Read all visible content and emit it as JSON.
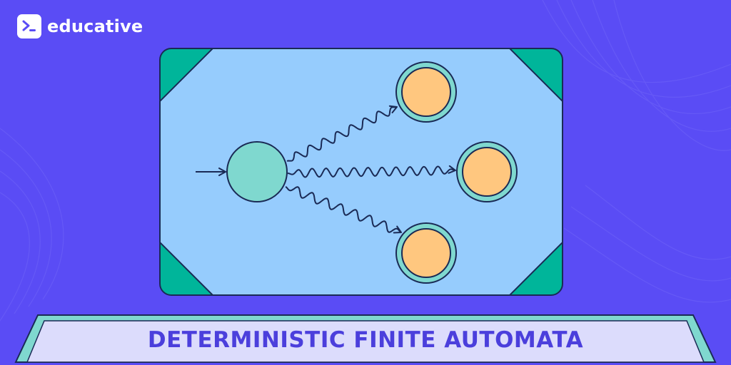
{
  "brand": {
    "logo_icon": "terminal-prompt-icon",
    "name": "educative"
  },
  "title": "DETERMINISTIC FINITE AUTOMATA",
  "diagram": {
    "states": [
      {
        "id": "start",
        "kind": "start-state",
        "color": "#7fd8cf"
      },
      {
        "id": "accept_top",
        "kind": "accepting-state",
        "color": "#ffc77f"
      },
      {
        "id": "accept_middle",
        "kind": "accepting-state",
        "color": "#ffc77f"
      },
      {
        "id": "accept_bottom",
        "kind": "accepting-state",
        "color": "#ffc77f"
      }
    ],
    "transitions": [
      {
        "from": "entry",
        "to": "start",
        "style": "straight"
      },
      {
        "from": "start",
        "to": "accept_top",
        "style": "wavy"
      },
      {
        "from": "start",
        "to": "accept_middle",
        "style": "wavy"
      },
      {
        "from": "start",
        "to": "accept_bottom",
        "style": "wavy"
      }
    ]
  },
  "colors": {
    "background": "#5a4cf5",
    "panel": "#96ccfd",
    "panel_corner": "#00b59a",
    "outline": "#1a2a55",
    "banner": "#dcdcfc",
    "banner_edge": "#7fd8cf",
    "title_text": "#4b3fdc"
  }
}
